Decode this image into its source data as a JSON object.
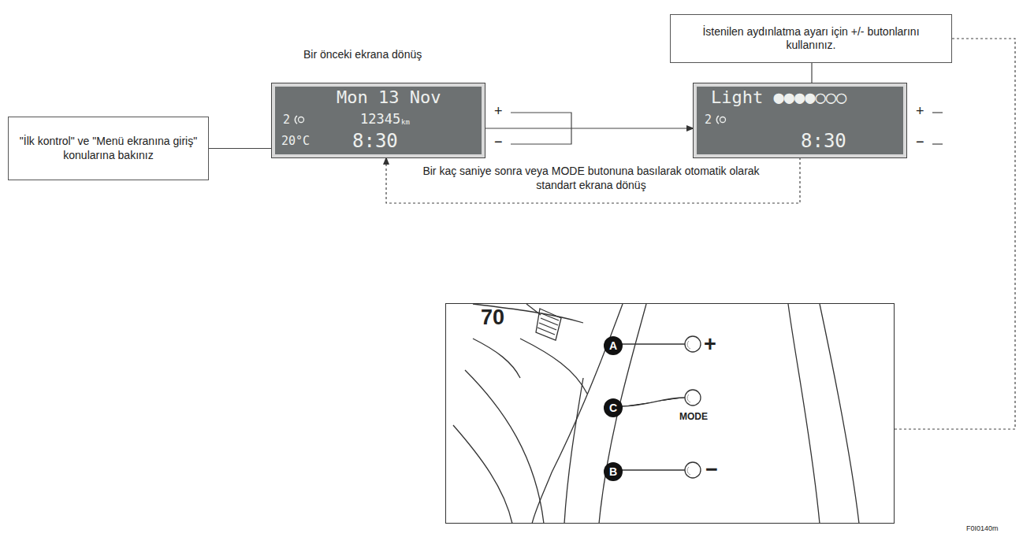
{
  "diagram": {
    "nodes": [
      {
        "text": [
          "İstenilen aydınlatma ayarı için +/- butonlarını kullanınız."
        ]
      },
      {
        "text": [
          "\"İlk kontrol\" ve \"Menü ekranına giriş\" konularına bakınız"
        ]
      },
      {
        "text": [
          "Mon 13 Nov",
          "2",
          "12345",
          "km",
          "20°C",
          "8:30"
        ]
      },
      {
        "text": [
          "Light ●●●●○○○",
          "2",
          "8:30"
        ]
      },
      {
        "text": [
          "70",
          "+",
          "MODE",
          "−"
        ]
      },
      {
        "text": [
          "A"
        ],
        "in": 4
      },
      {
        "text": [
          "C"
        ],
        "in": 4
      },
      {
        "text": [
          "B"
        ],
        "in": 4
      }
    ],
    "edges": [
      {
        "from": 1,
        "to": 2,
        "arrow": "none"
      },
      {
        "from": 2,
        "to": 3,
        "arrow": "to"
      },
      {
        "from": 3,
        "to": 2,
        "arrow": "to",
        "label": "Bir kaç saniye sonra veya MODE butonuna basılarak otomatik olarak standart ekrana dönüş"
      },
      {
        "from": 0,
        "to": 3,
        "arrow": "none"
      },
      {
        "from": 0,
        "to": 4,
        "arrow": "none"
      }
    ],
    "labels": [
      "Bir önceki ekrana dönüş",
      "+",
      "−",
      "+",
      "−",
      "F0I0140m"
    ]
  }
}
